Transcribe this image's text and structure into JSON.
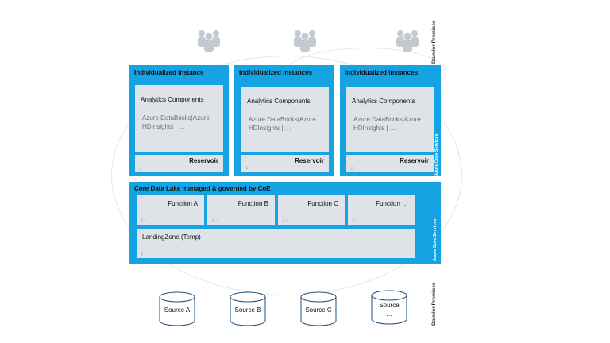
{
  "premises_label": "Daimler Premises",
  "azure_core_services_label": "Azure Core Services",
  "instances": [
    {
      "title": "Individualized instance",
      "analytics_title": "Analytics Components",
      "analytics_desc": "Azure DataBricks|Azure HDInsights | …",
      "reservoir_label": "Reservoir"
    },
    {
      "title": "Individualized instances",
      "analytics_title": "Analytics Components",
      "analytics_desc": "Azure DataBricks|Azure HDInsights | …",
      "reservoir_label": "Reservoir"
    },
    {
      "title": "Individualized instances",
      "analytics_title": "Analytics Components",
      "analytics_desc": "Azure DataBricks|Azure HDInsights | …",
      "reservoir_label": "Reservoir"
    }
  ],
  "core_lake": {
    "title": "Core Data Lake managed & governed by CoE",
    "functions": [
      "Function A",
      "Function B",
      "Function C",
      "Function …"
    ],
    "landing_zone": "LandingZone (Temp)"
  },
  "sources": [
    {
      "line1": "Source A",
      "line2": ""
    },
    {
      "line1": "Source B",
      "line2": ""
    },
    {
      "line1": "Source C",
      "line2": ""
    },
    {
      "line1": "Source",
      "line2": "…"
    }
  ],
  "icons": {
    "users": "users-group-icon",
    "key": "key-icon",
    "database": "database-cylinder-icon"
  },
  "colors": {
    "azure_blue": "#16a3e3",
    "component_gray": "#dfe3e8",
    "icon_gray": "#c3c9cf"
  }
}
